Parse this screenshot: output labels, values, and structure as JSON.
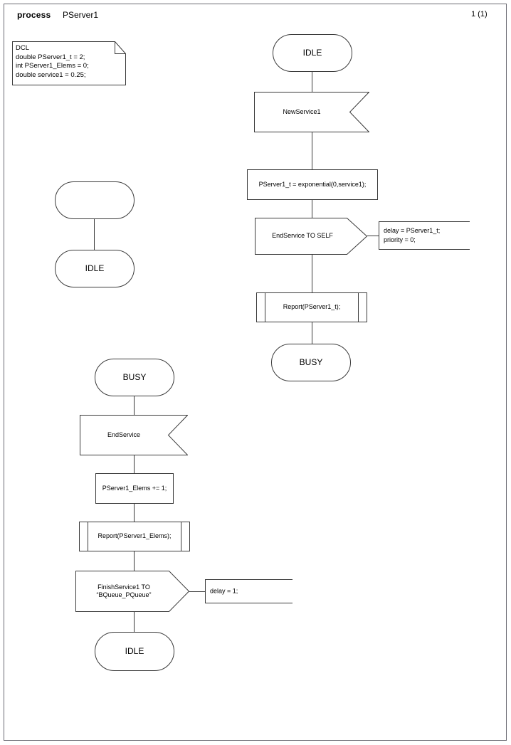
{
  "page": {
    "keyword": "process",
    "name": "PServer1",
    "page_number": "1 (1)",
    "border_color": "#6b6b73",
    "line_color": "#3a3a3a",
    "background": "#ffffff"
  },
  "declaration": {
    "name": "dcl-note",
    "text": "DCL\ndouble PServer1_t = 2;\nint PServer1_Elems = 0;\ndouble service1 = 0.25;"
  },
  "branches": {
    "start_branch": {
      "start_symbol_label": "",
      "next_state": "IDLE"
    },
    "idle_branch": {
      "state": "IDLE",
      "input_signal": "NewService1",
      "task": "PServer1_t = exponential(0,service1);",
      "output_signal": "EndService TO SELF",
      "output_comment": "delay = PServer1_t;\npriority = 0;",
      "procedure_call": "Report(PServer1_t);",
      "next_state": "BUSY"
    },
    "busy_branch": {
      "state": "BUSY",
      "input_signal": "EndService",
      "task": "PServer1_Elems += 1;",
      "procedure_call": "Report(PServer1_Elems);",
      "output_signal": "FinishService1 TO\n“BQueue_PQueue”",
      "output_comment": "delay = 1;",
      "next_state": "IDLE"
    }
  }
}
